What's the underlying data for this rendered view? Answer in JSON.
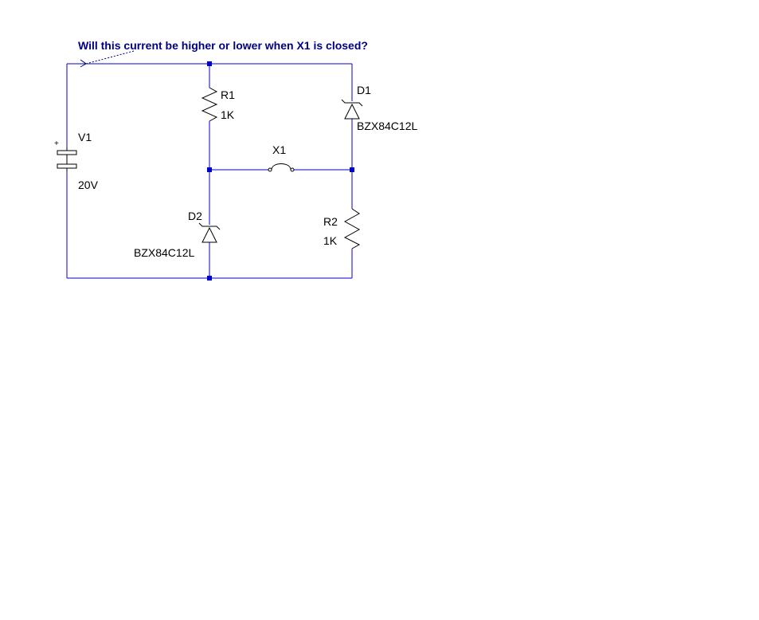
{
  "question": "Will this current be higher or lower when X1 is closed?",
  "colors": {
    "wire": "#0000cc",
    "component": "#000000",
    "text": "#000000",
    "question": "#000080"
  },
  "components": {
    "v1": {
      "ref": "V1",
      "value": "20V",
      "polarity": "+"
    },
    "r1": {
      "ref": "R1",
      "value": "1K"
    },
    "r2": {
      "ref": "R2",
      "value": "1K"
    },
    "d1": {
      "ref": "D1",
      "value": "BZX84C12L"
    },
    "d2": {
      "ref": "D2",
      "value": "BZX84C12L"
    },
    "x1": {
      "ref": "X1"
    }
  }
}
